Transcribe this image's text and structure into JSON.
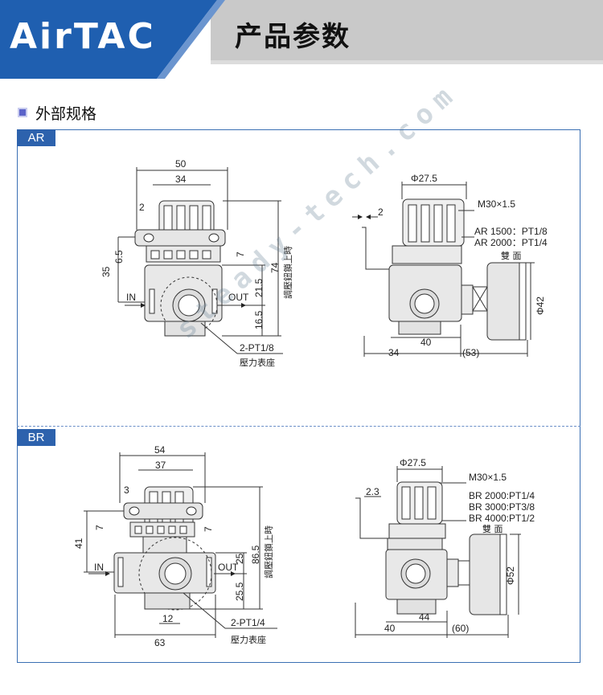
{
  "header": {
    "brand": "AirTAC",
    "title": "产品参数"
  },
  "section": {
    "heading": "外部规格"
  },
  "ar": {
    "tag": "AR",
    "front": {
      "dims": [
        "50",
        "34",
        "2",
        "6.5",
        "35",
        "7",
        "74",
        "21.5",
        "16.5"
      ],
      "in_label": "IN",
      "out_label": "OUT",
      "port": "2-PT1/8",
      "gauge_seat": "壓力表座",
      "adjust_note": "調壓鈕鎖上時"
    },
    "side": {
      "dia": "Φ27.5",
      "thread": "M30×1.5",
      "dim_2": "2",
      "models": [
        "AR 1500：PT1/8",
        "AR 2000：PT1/4"
      ],
      "face": "雙 面",
      "gauge_dia": "Φ42",
      "dims_bottom": [
        "40",
        "34",
        "(53)"
      ]
    }
  },
  "br": {
    "tag": "BR",
    "front": {
      "dims": [
        "54",
        "37",
        "3",
        "7",
        "41",
        "7",
        "86.5",
        "25",
        "25.5",
        "12",
        "63"
      ],
      "in_label": "IN",
      "out_label": "OUT",
      "port": "2-PT1/4",
      "gauge_seat": "壓力表座",
      "adjust_note": "調壓鈕鎖上時"
    },
    "side": {
      "dia": "Φ27.5",
      "thread": "M30×1.5",
      "dim_23": "2.3",
      "models": [
        "BR 2000:PT1/4",
        "BR 3000:PT3/8",
        "BR 4000:PT1/2"
      ],
      "face": "雙 面",
      "gauge_dia": "Φ52",
      "dims_bottom": [
        "44",
        "40",
        "(60)"
      ]
    }
  },
  "watermark": "steady-tech.com",
  "colors": {
    "brand_blue": "#1f5fb0",
    "header_gray": "#c8c8c8",
    "panel_border": "#3a6fb3"
  }
}
